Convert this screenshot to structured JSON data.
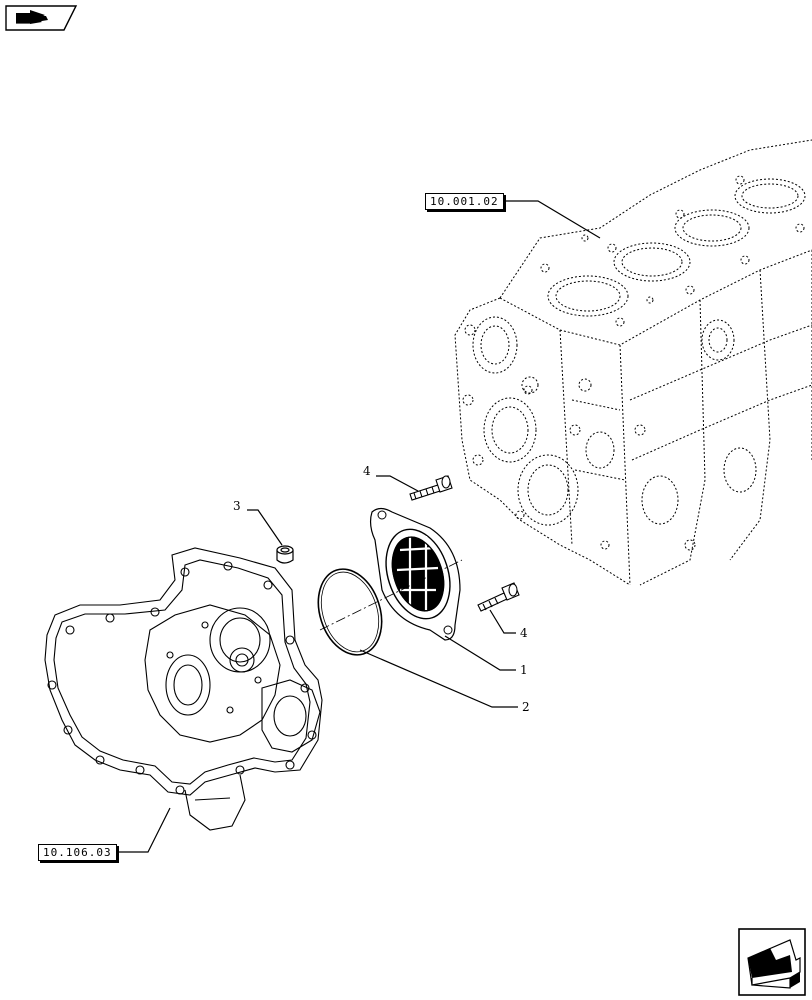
{
  "references": {
    "engine_block": "10.001.02",
    "front_cover": "10.106.03"
  },
  "callouts": {
    "plug": "3",
    "bolt_upper": "4",
    "bolt_lower": "4",
    "cover_plate": "1",
    "o_ring": "2"
  },
  "navigation": {
    "previous_icon": "previous-page-icon",
    "next_icon": "next-page-icon"
  },
  "colors": {
    "line": "#000000",
    "background": "#ffffff"
  }
}
